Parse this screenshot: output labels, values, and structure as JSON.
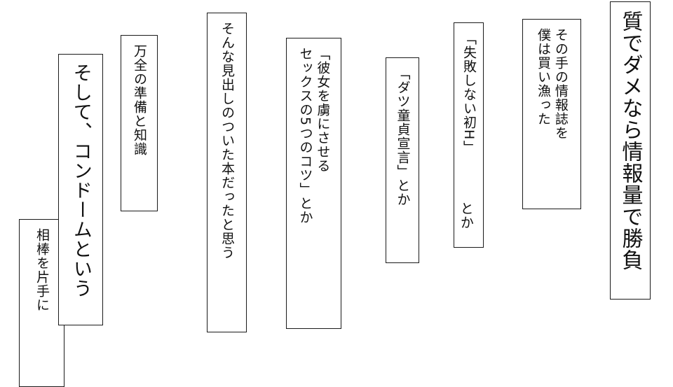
{
  "panels": {
    "p1": {
      "lines": [
        "質でダメなら情報量で勝負"
      ]
    },
    "p2": {
      "lines": [
        "その手の情報誌を",
        "僕は買い漁った"
      ]
    },
    "p3": {
      "lines": [
        "「失敗しない初H」",
        "とか"
      ]
    },
    "p4": {
      "lines": [
        "「ダツ童貞宣言」とか"
      ]
    },
    "p5": {
      "lines": [
        "「彼女を虜にさせる",
        "セックスの5つのコツ」とか"
      ]
    },
    "p6": {
      "lines": [
        "そんな見出しのついた本だったと思う"
      ]
    },
    "p7": {
      "lines": [
        "万全の準備と知識"
      ]
    },
    "p8": {
      "lines": [
        "そして、コンドームという"
      ]
    },
    "p9": {
      "lines": [
        "相棒を片手に"
      ]
    }
  }
}
